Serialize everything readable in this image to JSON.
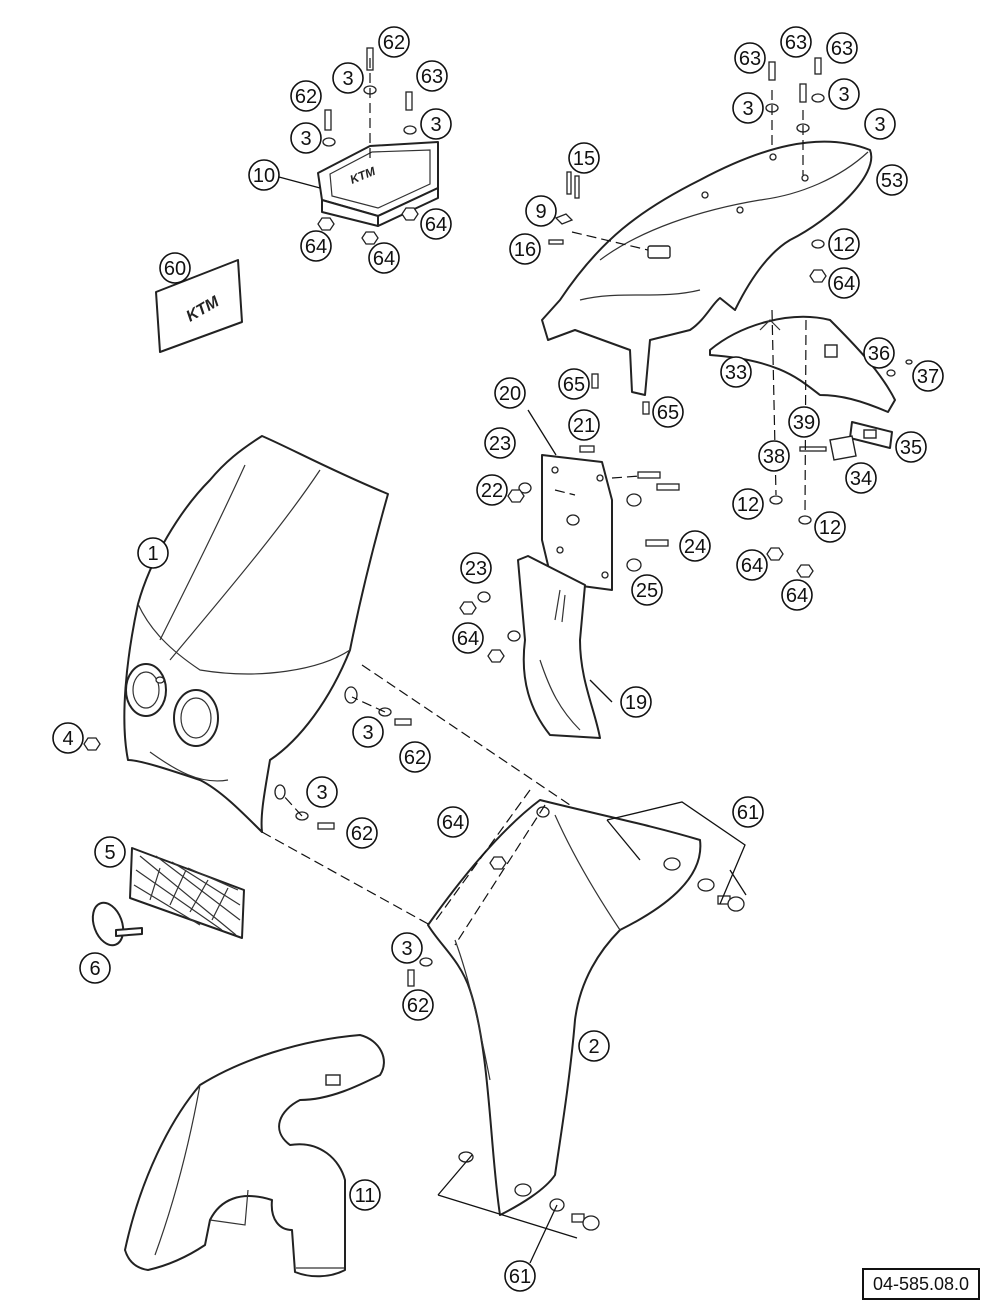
{
  "drawing_number": "04-585.08.0",
  "callouts": [
    {
      "label": "62",
      "ref": "screw"
    },
    {
      "label": "3",
      "ref": "washer"
    },
    {
      "label": "63",
      "ref": "screw"
    },
    {
      "label": "62",
      "ref": "screw"
    },
    {
      "label": "3",
      "ref": "washer"
    },
    {
      "label": "3",
      "ref": "washer"
    },
    {
      "label": "10",
      "ref": "tank-pad"
    },
    {
      "label": "64",
      "ref": "nut"
    },
    {
      "label": "64",
      "ref": "nut"
    },
    {
      "label": "64",
      "ref": "nut"
    },
    {
      "label": "60",
      "ref": "decal"
    },
    {
      "label": "63",
      "ref": "screw"
    },
    {
      "label": "63",
      "ref": "screw"
    },
    {
      "label": "63",
      "ref": "screw"
    },
    {
      "label": "3",
      "ref": "washer"
    },
    {
      "label": "3",
      "ref": "washer"
    },
    {
      "label": "3",
      "ref": "washer"
    },
    {
      "label": "15",
      "ref": "bolt"
    },
    {
      "label": "9",
      "ref": "clip"
    },
    {
      "label": "16",
      "ref": "bolt"
    },
    {
      "label": "53",
      "ref": "rear-fender"
    },
    {
      "label": "12",
      "ref": "washer"
    },
    {
      "label": "64",
      "ref": "nut"
    },
    {
      "label": "65",
      "ref": "screw"
    },
    {
      "label": "65",
      "ref": "screw"
    },
    {
      "label": "33",
      "ref": "license-plate-holder"
    },
    {
      "label": "36",
      "ref": "washer"
    },
    {
      "label": "37",
      "ref": "screw"
    },
    {
      "label": "39",
      "ref": "bracket"
    },
    {
      "label": "35",
      "ref": "plate-light"
    },
    {
      "label": "38",
      "ref": "screw"
    },
    {
      "label": "34",
      "ref": "bracket"
    },
    {
      "label": "12",
      "ref": "washer"
    },
    {
      "label": "12",
      "ref": "washer"
    },
    {
      "label": "64",
      "ref": "nut"
    },
    {
      "label": "64",
      "ref": "nut"
    },
    {
      "label": "20",
      "ref": "mud-flap-bracket"
    },
    {
      "label": "21",
      "ref": "screw"
    },
    {
      "label": "23",
      "ref": "washer"
    },
    {
      "label": "22",
      "ref": "nut"
    },
    {
      "label": "24",
      "ref": "screw"
    },
    {
      "label": "23",
      "ref": "washer"
    },
    {
      "label": "25",
      "ref": "bushing"
    },
    {
      "label": "64",
      "ref": "nut"
    },
    {
      "label": "19",
      "ref": "mud-flap"
    },
    {
      "label": "1",
      "ref": "headlight-fairing"
    },
    {
      "label": "4",
      "ref": "nut"
    },
    {
      "label": "3",
      "ref": "washer"
    },
    {
      "label": "62",
      "ref": "screw"
    },
    {
      "label": "3",
      "ref": "washer"
    },
    {
      "label": "62",
      "ref": "screw"
    },
    {
      "label": "5",
      "ref": "grille"
    },
    {
      "label": "6",
      "ref": "cable-tie"
    },
    {
      "label": "64",
      "ref": "nut"
    },
    {
      "label": "61",
      "ref": "fastener-set"
    },
    {
      "label": "3",
      "ref": "washer"
    },
    {
      "label": "62",
      "ref": "screw"
    },
    {
      "label": "2",
      "ref": "side-panel"
    },
    {
      "label": "11",
      "ref": "front-fender"
    },
    {
      "label": "61",
      "ref": "fastener-set"
    }
  ]
}
